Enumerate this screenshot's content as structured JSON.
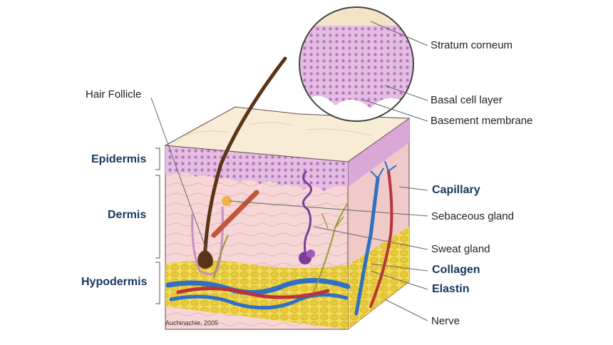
{
  "layers": {
    "epidermis": "Epidermis",
    "dermis": "Dermis",
    "hypodermis": "Hypodermis"
  },
  "labels": {
    "hair_follicle": "Hair Follicle",
    "stratum_corneum": "Stratum corneum",
    "basal_cell_layer": "Basal cell layer",
    "basement_membrane": "Basement membrane",
    "capillary": "Capillary",
    "sebaceous_gland": "Sebaceous gland",
    "sweat_gland": "Sweat gland",
    "collagen": "Collagen",
    "elastin": "Elastin",
    "nerve": "Nerve"
  },
  "credit": "Auchinachie, 2005",
  "colors": {
    "layer_label": "#15385e",
    "epidermis": "#d7a9d6",
    "dermis": "#f3cfcf",
    "hypodermis": "#ecd24a",
    "vessel_blue": "#2f6fc4",
    "vessel_red": "#b8343a",
    "hair": "#5a3418"
  }
}
